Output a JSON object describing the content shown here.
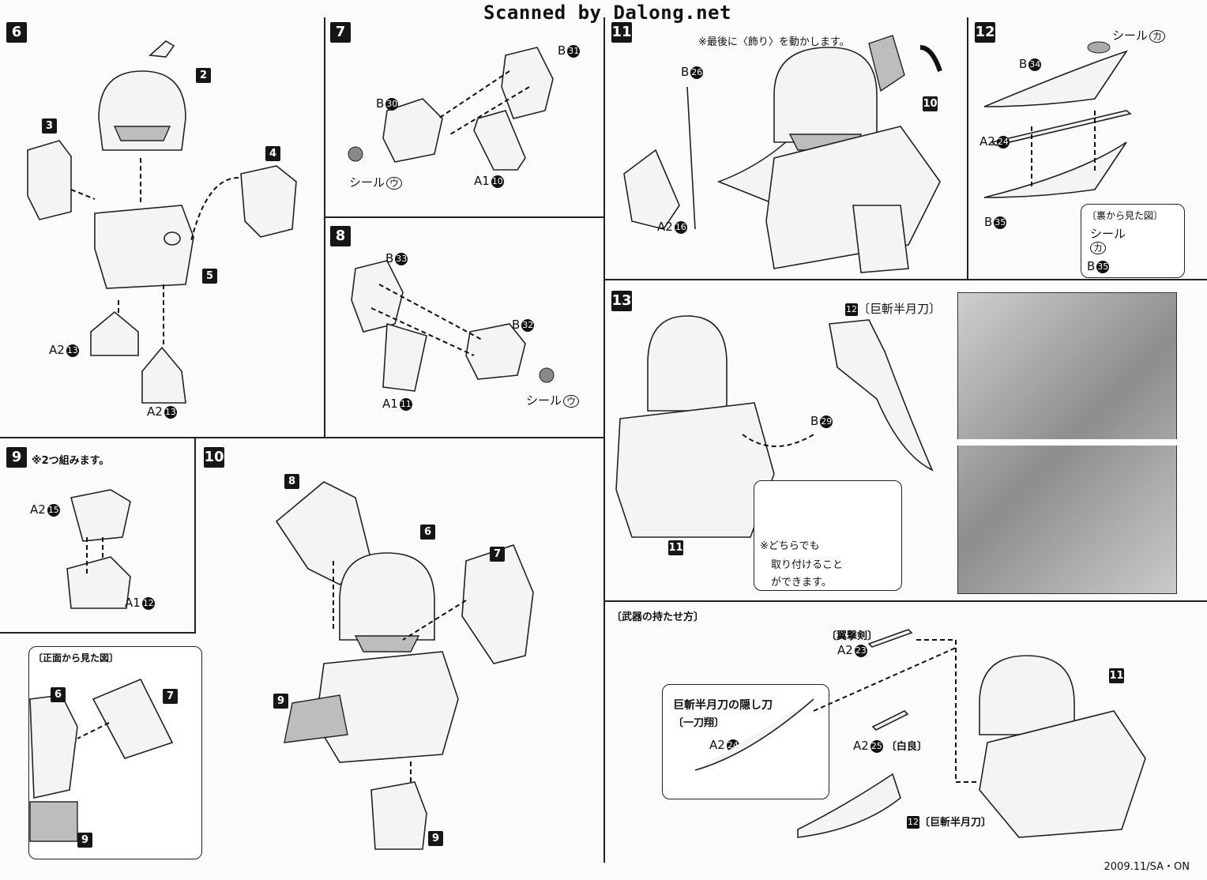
{
  "watermark": "Scanned by Dalong.net",
  "footer": "2009.11/SA・ON",
  "steps": {
    "s6": {
      "num": "6",
      "parts": {
        "p2": "2",
        "p3": "3",
        "p4": "4",
        "p5": "5"
      },
      "a2_13a": "A2",
      "a2_13b": "A2",
      "n13": "13"
    },
    "s7": {
      "num": "7",
      "b31": "B",
      "n31": "31",
      "b30": "B",
      "n30": "30",
      "seal": "シール",
      "seal_mark": "ウ",
      "a1": "A1",
      "n10": "10"
    },
    "s8": {
      "num": "8",
      "b33": "B",
      "n33": "33",
      "b32": "B",
      "n32": "32",
      "a1": "A1",
      "n11": "11",
      "seal": "シール",
      "seal_mark": "ウ"
    },
    "s9": {
      "num": "9",
      "note": "※2つ組みます。",
      "a2": "A2",
      "n15": "15",
      "a1": "A1",
      "n12": "12",
      "front_view": "〔正面から見た図〕",
      "p6": "6",
      "p7": "7",
      "p9": "9"
    },
    "s10": {
      "num": "10",
      "p8": "8",
      "p6": "6",
      "p7": "7",
      "p9a": "9",
      "p9b": "9"
    },
    "s11": {
      "num": "11",
      "note": "※最後に〈飾り〉を動かします。",
      "b26": "B",
      "n26": "26",
      "p10": "10",
      "a2": "A2",
      "n16": "16"
    },
    "s12": {
      "num": "12",
      "seal": "シール",
      "seal_mark": "カ",
      "b34": "B",
      "n34": "34",
      "a2": "A2",
      "n24": "24",
      "b35": "B",
      "n35": "35",
      "back_view": "〔裏から見た図〕",
      "seal2": "シール",
      "seal2_mark": "カ",
      "b35b": "B",
      "n35b": "35"
    },
    "s13": {
      "num": "13",
      "p12": "12",
      "blade": "〔巨斬半月刀〕",
      "b29": "B",
      "n29": "29",
      "p11": "11",
      "note1": "※どちらでも",
      "note2": "取り付けること",
      "note3": "ができます。"
    },
    "weapons": {
      "title": "〔武器の持たせ方〕",
      "sword1": "〔翼撃剣〕",
      "a2_23": "A2",
      "n23": "23",
      "hidden_title": "巨斬半月刀の隠し刀",
      "hidden_sub": "〔一刀翔〕",
      "a2_24": "A2",
      "n24": "24",
      "a2_25": "A2",
      "n25": "25",
      "hakuryo": "〔白良〕",
      "p11": "11",
      "p12": "12",
      "blade": "〔巨斬半月刀〕"
    }
  }
}
